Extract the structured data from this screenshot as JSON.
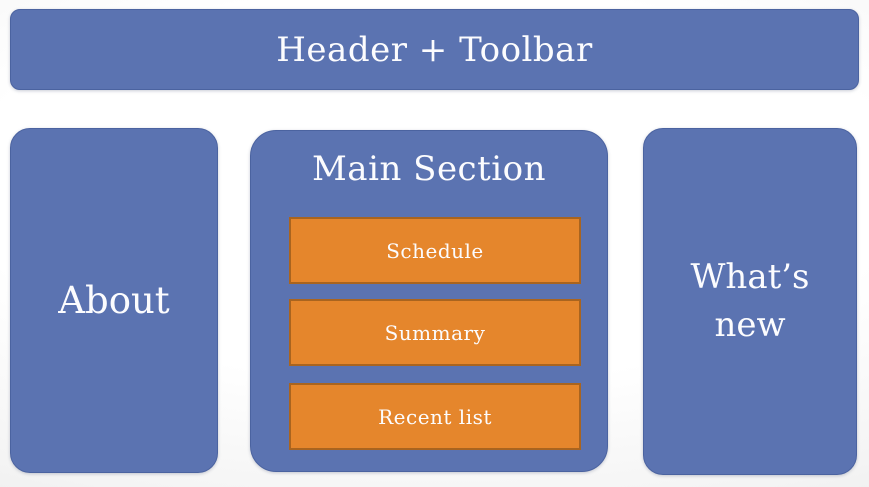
{
  "slide": {
    "header": {
      "label": "Header + Toolbar"
    },
    "about": {
      "label": "About"
    },
    "main": {
      "title": "Main Section",
      "items": [
        {
          "label": "Schedule"
        },
        {
          "label": "Summary"
        },
        {
          "label": "Recent list"
        }
      ]
    },
    "whats_new": {
      "label": "What’s new"
    }
  },
  "colors": {
    "panel_blue": "#5b73b1",
    "panel_border": "#4b63a0",
    "item_orange": "#e5862c",
    "item_border": "#a9641f",
    "text_white": "#fcfcfe"
  }
}
